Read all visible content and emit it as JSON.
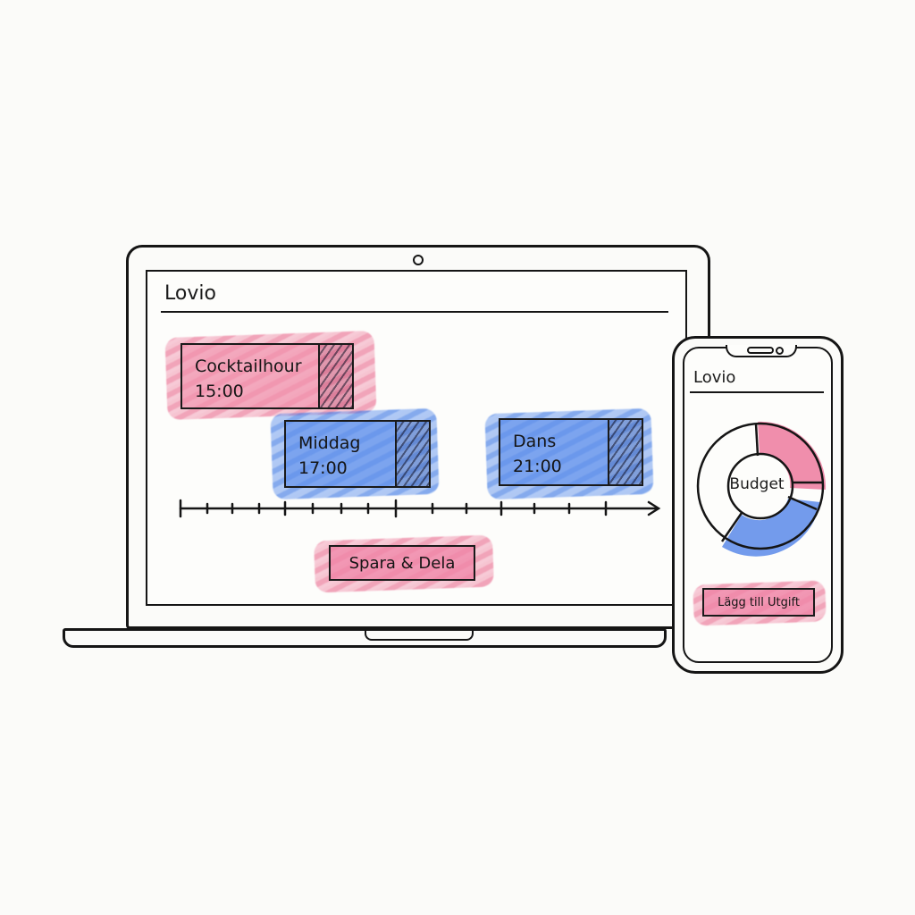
{
  "laptop": {
    "app_title": "Lovio",
    "events": [
      {
        "name": "Cocktailhour",
        "time": "15:00",
        "color": "pink"
      },
      {
        "name": "Middag",
        "time": "17:00",
        "color": "blue"
      },
      {
        "name": "Dans",
        "time": "21:00",
        "color": "blue"
      }
    ],
    "save_share_label": "Spara & Dela"
  },
  "phone": {
    "app_title": "Lovio",
    "budget_label": "Budget",
    "add_expense_label": "Lägg till Utgift"
  },
  "colors": {
    "pink": "#ec7ea0",
    "blue": "#5a8ceb",
    "ink": "#151515"
  }
}
